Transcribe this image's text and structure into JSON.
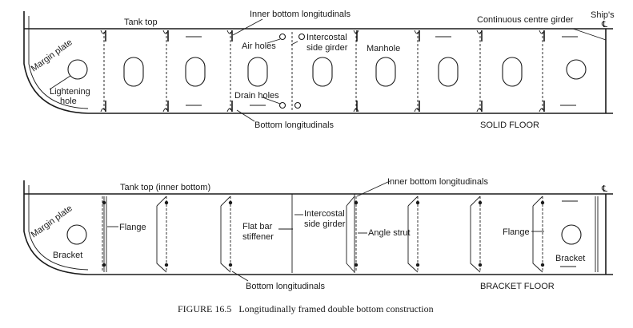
{
  "top": {
    "labels": {
      "tank_top": "Tank top",
      "inner_bottom_longitudinals": "Inner bottom longitudinals",
      "continuous_centre_girder": "Continuous centre girder",
      "ships": "Ship's",
      "cl_symbol": "℄",
      "margin_plate": "Margin plate",
      "air_holes": "Air holes",
      "intercostal_1": "Intercostal",
      "intercostal_2": "side girder",
      "manhole": "Manhole",
      "lightening_1": "Lightening",
      "lightening_2": "hole",
      "drain_holes": "Drain holes",
      "bottom_longitudinals": "Bottom longitudinals",
      "floor_name": "SOLID FLOOR"
    }
  },
  "bottom": {
    "labels": {
      "tank_top": "Tank top (inner bottom)",
      "inner_bottom_longitudinals": "Inner bottom longitudinals",
      "cl_symbol": "℄",
      "margin_plate": "Margin plate",
      "flange_left": "Flange",
      "intercostal_1": "Intercostal",
      "intercostal_2": "side girder",
      "flat_bar_1": "Flat bar",
      "flat_bar_2": "stiffener",
      "angle_strut": "Angle strut",
      "flange_right": "Flange",
      "bracket_left": "Bracket",
      "bracket_right": "Bracket",
      "bottom_longitudinals": "Bottom longitudinals",
      "floor_name": "BRACKET FLOOR"
    }
  },
  "caption": {
    "figure_no": "FIGURE 16.5",
    "text": "Longitudinally framed double bottom construction"
  }
}
